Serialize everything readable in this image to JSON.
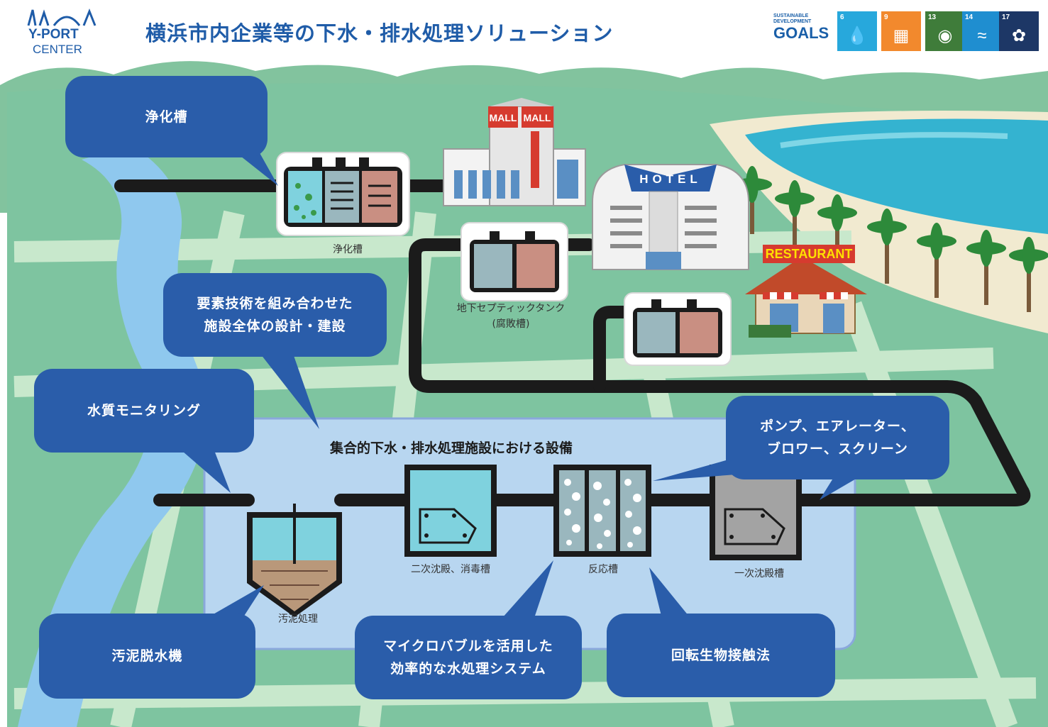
{
  "header": {
    "title": "横浜市内企業等の下水・排水処理ソリューション",
    "logo_line1": "Y-PORT",
    "logo_line2": "CENTER"
  },
  "sdgs": {
    "label_line1": "SUSTAINABLE DEVELOPMENT",
    "label_line2": "GOALS",
    "tiles": [
      {
        "number": "6",
        "color": "#27a8dc"
      },
      {
        "number": "9",
        "color": "#f2892d"
      },
      {
        "number": "13",
        "color": "#3f7c3a"
      },
      {
        "number": "14",
        "color": "#1f8ed0"
      },
      {
        "number": "17",
        "color": "#1d3766"
      }
    ]
  },
  "buildings": {
    "mall_sign": "MALL",
    "hotel_sign": "HOTEL",
    "restaurant_sign": "RESTAURANT"
  },
  "callouts": {
    "johkasou": "浄化槽",
    "design": "要素技術を組み合わせた\n施設全体の設計・建設",
    "monitoring": "水質モニタリング",
    "pump": "ポンプ、エアレーター、\nブロワー、スクリーン",
    "dewatering": "汚泥脱水機",
    "microbubble": "マイクロバブルを活用した\n効率的な水処理システム",
    "rotating": "回転生物接触法"
  },
  "labels": {
    "johkasou": "浄化槽",
    "septic": "地下セプティックタンク\n(腐敗槽)",
    "facility": "集合的下水・排水処理施設における設備",
    "sludge": "汚泥処理",
    "secondary": "二次沈殿、消毒槽",
    "reactor": "反応槽",
    "primary": "一次沈殿槽"
  },
  "colors": {
    "primary_blue": "#2a5daa",
    "ground_green": "#7ec4a0",
    "facility_fill": "#b8d6f0",
    "river": "#8fc8ee"
  }
}
